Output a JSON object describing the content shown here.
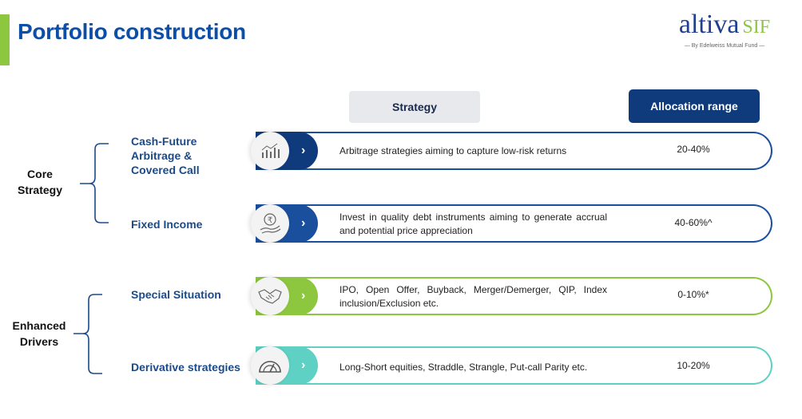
{
  "header": {
    "title": "Portfolio construction",
    "logo_main": "altiva",
    "logo_suffix": "SIF",
    "logo_tagline": "— By Edelweiss Mutual Fund —"
  },
  "columns": {
    "strategy": "Strategy",
    "allocation": "Allocation range"
  },
  "groups": [
    {
      "label": "Core Strategy"
    },
    {
      "label": "Enhanced Drivers"
    }
  ],
  "rows": [
    {
      "category": "Cash-Future Arbitrage & Covered Call",
      "icon": "bar-chart-icon",
      "description": "Arbitrage strategies aiming to capture low-risk returns",
      "allocation": "20-40%",
      "color": "#0f3b7d"
    },
    {
      "category": "Fixed Income",
      "icon": "rupee-hand-icon",
      "description": "Invest in quality debt instruments aiming to generate accrual and potential price appreciation",
      "allocation": "40-60%^",
      "color": "#1a4f9e"
    },
    {
      "category": "Special Situation",
      "icon": "handshake-icon",
      "description": "IPO, Open Offer, Buyback, Merger/Demerger, QIP, Index inclusion/Exclusion etc.",
      "allocation": "0-10%*",
      "color": "#8dc63f"
    },
    {
      "category": "Derivative strategies",
      "icon": "gauge-icon",
      "description": "Long-Short equities,  Straddle, Strangle, Put-call Parity etc.",
      "allocation": "10-20%",
      "color": "#5fd0c4"
    }
  ]
}
